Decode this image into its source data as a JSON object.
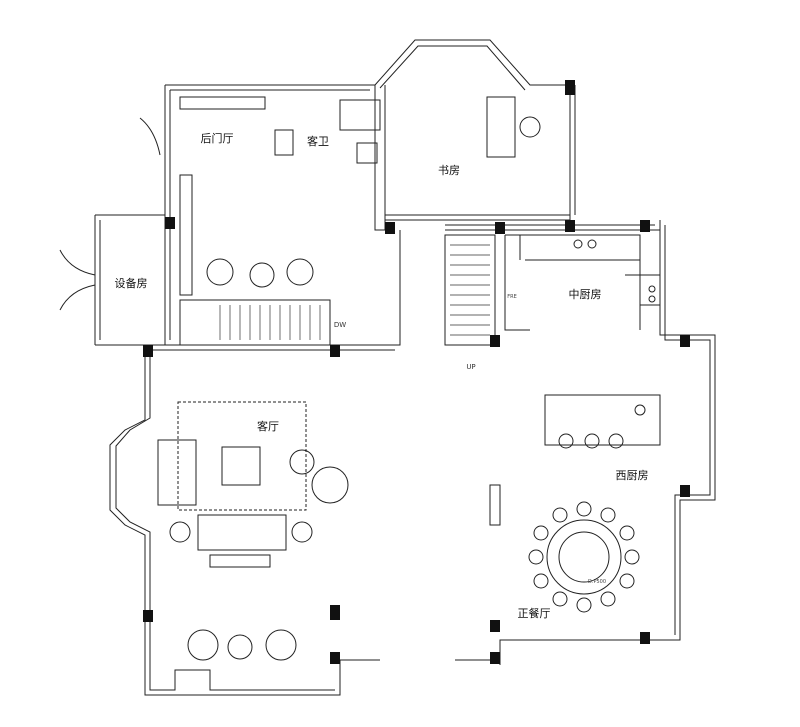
{
  "rooms": {
    "back_entrance_hall": "后门厅",
    "guest_bathroom": "客卫",
    "study": "书房",
    "equipment_room": "设备房",
    "chinese_kitchen": "中厨房",
    "living_room": "客厅",
    "western_kitchen": "西厨房",
    "main_dining_hall": "正餐厅"
  },
  "annotations": {
    "stair_down": "DW",
    "stair_up": "UP",
    "fridge_1": "FRE",
    "table_tag": "D:P500"
  }
}
